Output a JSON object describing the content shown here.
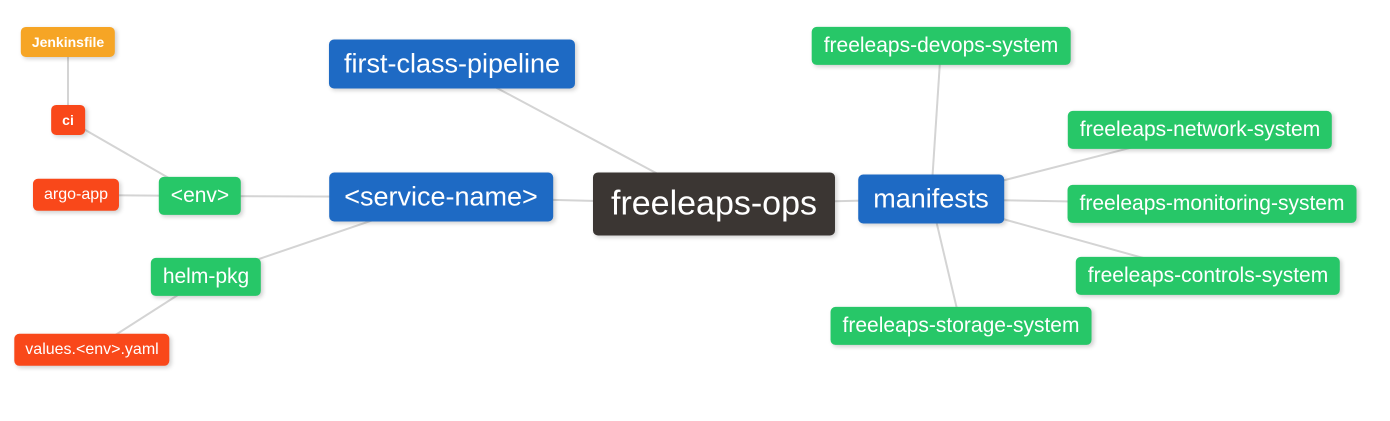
{
  "diagram": {
    "title": "freeleaps-ops mind map",
    "edge_color": "#d4d4d4",
    "colors": {
      "blue": "#1e6ac4",
      "green": "#27c768",
      "dark": "#3b3633",
      "red": "#f9481a",
      "amber": "#f6a525"
    },
    "nodes": {
      "jenkinsfile": {
        "label": "Jenkinsfile"
      },
      "ci": {
        "label": "ci"
      },
      "argo_app": {
        "label": "argo-app"
      },
      "env": {
        "label": "<env>"
      },
      "helm_pkg": {
        "label": "helm-pkg"
      },
      "values_env_yaml": {
        "label": "values.<env>.yaml"
      },
      "first_class_pipeline": {
        "label": "first-class-pipeline"
      },
      "service_name": {
        "label": "<service-name>"
      },
      "freeleaps_ops": {
        "label": "freeleaps-ops"
      },
      "manifests": {
        "label": "manifests"
      },
      "devops_system": {
        "label": "freeleaps-devops-system"
      },
      "network_system": {
        "label": "freeleaps-network-system"
      },
      "monitoring_system": {
        "label": "freeleaps-monitoring-system"
      },
      "controls_system": {
        "label": "freeleaps-controls-system"
      },
      "storage_system": {
        "label": "freeleaps-storage-system"
      }
    },
    "edges": [
      {
        "from": "jenkinsfile",
        "to": "ci"
      },
      {
        "from": "ci",
        "to": "env"
      },
      {
        "from": "argo_app",
        "to": "env"
      },
      {
        "from": "env",
        "to": "service_name"
      },
      {
        "from": "helm_pkg",
        "to": "service_name"
      },
      {
        "from": "values_env_yaml",
        "to": "helm_pkg"
      },
      {
        "from": "first_class_pipeline",
        "to": "freeleaps_ops"
      },
      {
        "from": "service_name",
        "to": "freeleaps_ops"
      },
      {
        "from": "freeleaps_ops",
        "to": "manifests"
      },
      {
        "from": "manifests",
        "to": "devops_system"
      },
      {
        "from": "manifests",
        "to": "network_system"
      },
      {
        "from": "manifests",
        "to": "monitoring_system"
      },
      {
        "from": "manifests",
        "to": "controls_system"
      },
      {
        "from": "manifests",
        "to": "storage_system"
      }
    ]
  }
}
